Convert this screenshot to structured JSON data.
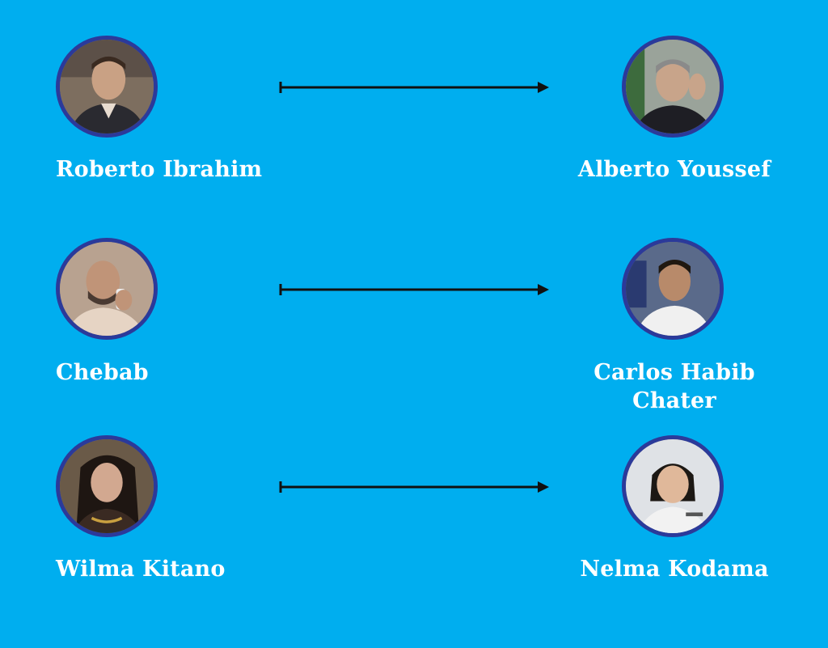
{
  "pairs": [
    {
      "left": {
        "name": "Roberto Ibrahim",
        "portrait": "man-portrait"
      },
      "right": {
        "name": "Alberto Youssef",
        "portrait": "man-portrait"
      }
    },
    {
      "left": {
        "name": "Chebab",
        "portrait": "man-on-phone-portrait"
      },
      "right": {
        "name": "Carlos Habib Chater",
        "portrait": "man-portrait"
      }
    },
    {
      "left": {
        "name": "Wilma Kitano",
        "portrait": "woman-portrait"
      },
      "right": {
        "name": "Nelma Kodama",
        "portrait": "woman-portrait"
      }
    }
  ],
  "colors": {
    "background": "#00aeef",
    "avatar_border": "#2b3a9a",
    "text": "#ffffff",
    "arrow": "#111111"
  }
}
